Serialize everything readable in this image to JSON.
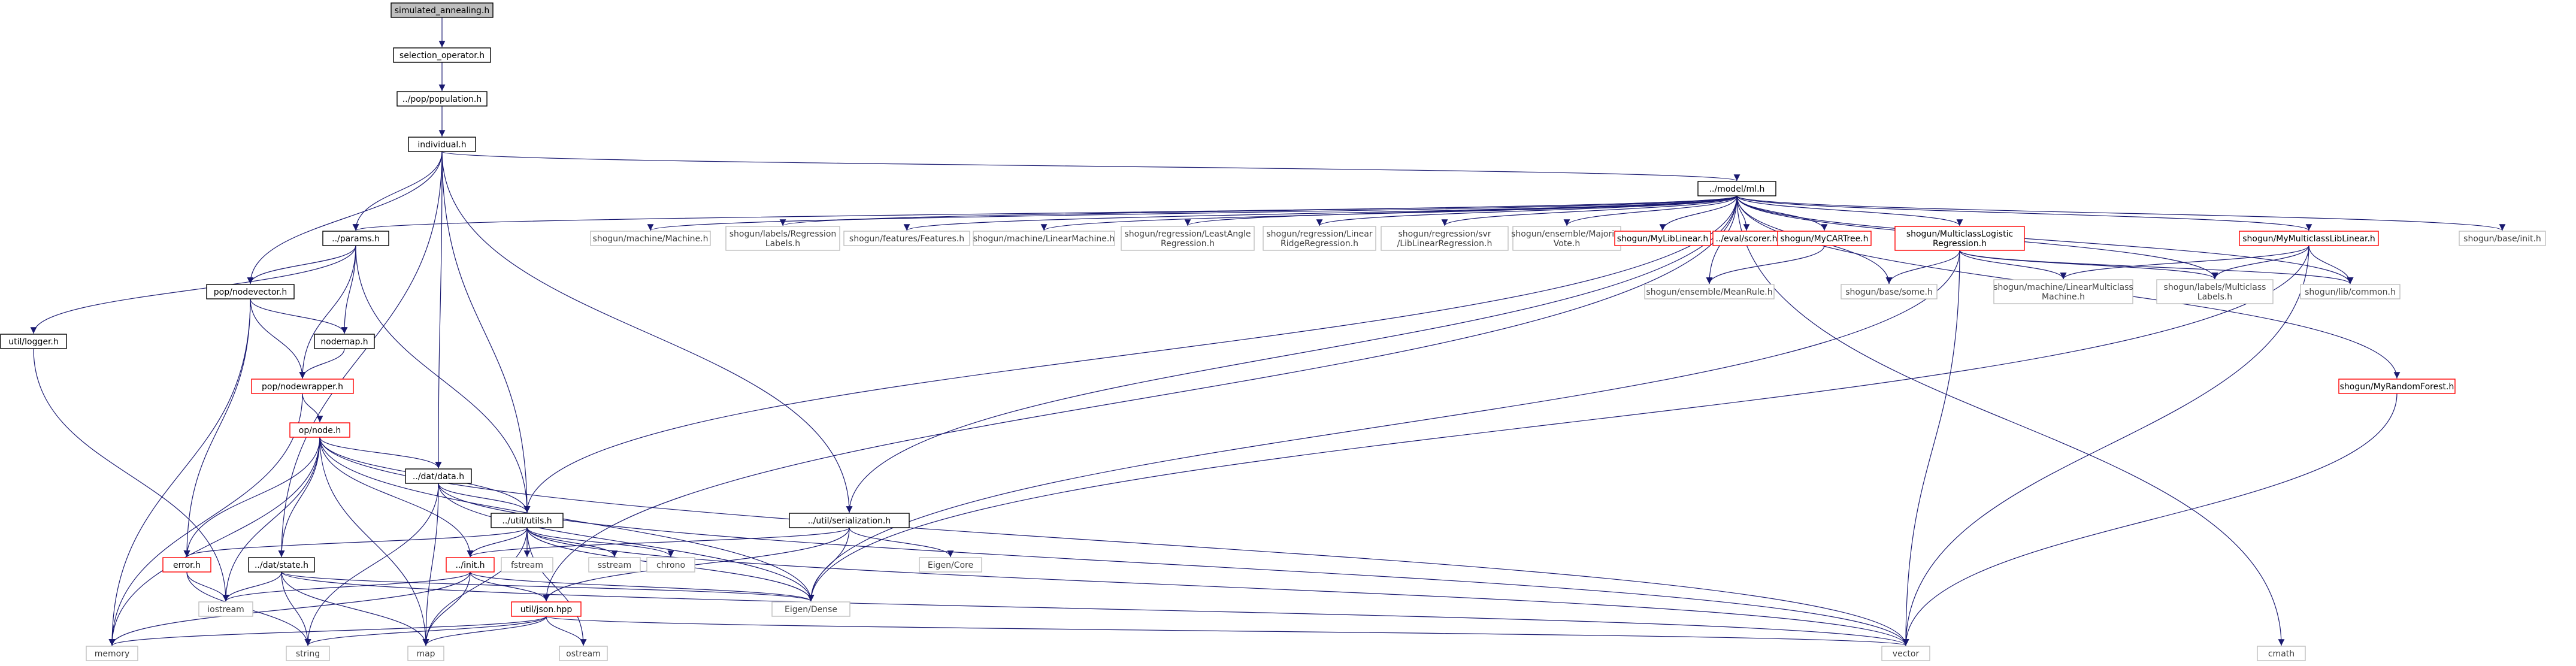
{
  "nodes": [
    {
      "id": "simulated_annealing",
      "lines": [
        "simulated_annealing.h"
      ],
      "kind": "root"
    },
    {
      "id": "selection_operator",
      "lines": [
        "selection_operator.h"
      ],
      "kind": "normal"
    },
    {
      "id": "pop_population",
      "lines": [
        "../pop/population.h"
      ],
      "kind": "normal"
    },
    {
      "id": "individual",
      "lines": [
        "individual.h"
      ],
      "kind": "normal"
    },
    {
      "id": "model_ml",
      "lines": [
        "../model/ml.h"
      ],
      "kind": "normal"
    },
    {
      "id": "params",
      "lines": [
        "../params.h"
      ],
      "kind": "normal"
    },
    {
      "id": "nodevector",
      "lines": [
        "pop/nodevector.h"
      ],
      "kind": "normal"
    },
    {
      "id": "nodemap",
      "lines": [
        "nodemap.h"
      ],
      "kind": "normal"
    },
    {
      "id": "nodewrapper",
      "lines": [
        "pop/nodewrapper.h"
      ],
      "kind": "red"
    },
    {
      "id": "op_node",
      "lines": [
        "op/node.h"
      ],
      "kind": "red"
    },
    {
      "id": "logger",
      "lines": [
        "util/logger.h"
      ],
      "kind": "normal"
    },
    {
      "id": "dat_data",
      "lines": [
        "../dat/data.h"
      ],
      "kind": "normal"
    },
    {
      "id": "util_utils",
      "lines": [
        "../util/utils.h"
      ],
      "kind": "normal"
    },
    {
      "id": "serialization",
      "lines": [
        "../util/serialization.h"
      ],
      "kind": "normal"
    },
    {
      "id": "error",
      "lines": [
        "error.h"
      ],
      "kind": "red"
    },
    {
      "id": "dat_state",
      "lines": [
        "../dat/state.h"
      ],
      "kind": "normal"
    },
    {
      "id": "init",
      "lines": [
        "../init.h"
      ],
      "kind": "red"
    },
    {
      "id": "json",
      "lines": [
        "util/json.hpp"
      ],
      "kind": "red"
    },
    {
      "id": "iostream",
      "lines": [
        "iostream"
      ],
      "kind": "gray"
    },
    {
      "id": "memory",
      "lines": [
        "memory"
      ],
      "kind": "gray"
    },
    {
      "id": "string",
      "lines": [
        "string"
      ],
      "kind": "gray"
    },
    {
      "id": "map",
      "lines": [
        "map"
      ],
      "kind": "gray"
    },
    {
      "id": "ostream",
      "lines": [
        "ostream"
      ],
      "kind": "gray"
    },
    {
      "id": "fstream",
      "lines": [
        "fstream"
      ],
      "kind": "gray"
    },
    {
      "id": "sstream",
      "lines": [
        "sstream"
      ],
      "kind": "gray"
    },
    {
      "id": "chrono",
      "lines": [
        "chrono"
      ],
      "kind": "gray"
    },
    {
      "id": "eigen_core",
      "lines": [
        "Eigen/Core"
      ],
      "kind": "gray"
    },
    {
      "id": "eigen_dense",
      "lines": [
        "Eigen/Dense"
      ],
      "kind": "gray"
    },
    {
      "id": "vector",
      "lines": [
        "vector"
      ],
      "kind": "gray"
    },
    {
      "id": "cmath",
      "lines": [
        "cmath"
      ],
      "kind": "gray"
    },
    {
      "id": "sg_machine",
      "lines": [
        "shogun/machine/Machine.h"
      ],
      "kind": "gray"
    },
    {
      "id": "sg_regression_labels",
      "lines": [
        "shogun/labels/Regression",
        "Labels.h"
      ],
      "kind": "gray"
    },
    {
      "id": "sg_features",
      "lines": [
        "shogun/features/Features.h"
      ],
      "kind": "gray"
    },
    {
      "id": "sg_linear_machine",
      "lines": [
        "shogun/machine/LinearMachine.h"
      ],
      "kind": "gray"
    },
    {
      "id": "sg_lar",
      "lines": [
        "shogun/regression/LeastAngle",
        "Regression.h"
      ],
      "kind": "gray"
    },
    {
      "id": "sg_lrr",
      "lines": [
        "shogun/regression/Linear",
        "RidgeRegression.h"
      ],
      "kind": "gray"
    },
    {
      "id": "sg_svr",
      "lines": [
        "shogun/regression/svr",
        "/LibLinearRegression.h"
      ],
      "kind": "gray"
    },
    {
      "id": "sg_majority",
      "lines": [
        "shogun/ensemble/Majority",
        "Vote.h"
      ],
      "kind": "gray"
    },
    {
      "id": "sg_mylib",
      "lines": [
        "shogun/MyLibLinear.h"
      ],
      "kind": "red"
    },
    {
      "id": "eval_scorer",
      "lines": [
        "../eval/scorer.h"
      ],
      "kind": "red"
    },
    {
      "id": "sg_mycart",
      "lines": [
        "shogun/MyCARTree.h"
      ],
      "kind": "red"
    },
    {
      "id": "sg_mclogreg",
      "lines": [
        "shogun/MulticlassLogistic",
        "Regression.h"
      ],
      "kind": "red"
    },
    {
      "id": "sg_mymclib",
      "lines": [
        "shogun/MyMulticlassLibLinear.h"
      ],
      "kind": "red"
    },
    {
      "id": "sg_base_init",
      "lines": [
        "shogun/base/init.h"
      ],
      "kind": "gray"
    },
    {
      "id": "sg_meanrule",
      "lines": [
        "shogun/ensemble/MeanRule.h"
      ],
      "kind": "gray"
    },
    {
      "id": "sg_some",
      "lines": [
        "shogun/base/some.h"
      ],
      "kind": "gray"
    },
    {
      "id": "sg_lmm",
      "lines": [
        "shogun/machine/LinearMulticlass",
        "Machine.h"
      ],
      "kind": "gray"
    },
    {
      "id": "sg_mclabels",
      "lines": [
        "shogun/labels/Multiclass",
        "Labels.h"
      ],
      "kind": "gray"
    },
    {
      "id": "sg_common",
      "lines": [
        "shogun/lib/common.h"
      ],
      "kind": "gray"
    },
    {
      "id": "sg_myrf",
      "lines": [
        "shogun/MyRandomForest.h"
      ],
      "kind": "red"
    }
  ],
  "edges": [
    [
      "simulated_annealing",
      "selection_operator"
    ],
    [
      "selection_operator",
      "pop_population"
    ],
    [
      "pop_population",
      "individual"
    ],
    [
      "individual",
      "model_ml"
    ],
    [
      "individual",
      "params"
    ],
    [
      "individual",
      "nodevector"
    ],
    [
      "individual",
      "dat_data"
    ],
    [
      "individual",
      "util_utils"
    ],
    [
      "individual",
      "serialization"
    ],
    [
      "individual",
      "dat_state"
    ],
    [
      "model_ml",
      "params"
    ],
    [
      "model_ml",
      "util_utils"
    ],
    [
      "model_ml",
      "json"
    ],
    [
      "model_ml",
      "serialization"
    ],
    [
      "model_ml",
      "sg_machine"
    ],
    [
      "model_ml",
      "sg_regression_labels"
    ],
    [
      "model_ml",
      "sg_features"
    ],
    [
      "model_ml",
      "sg_linear_machine"
    ],
    [
      "model_ml",
      "sg_lar"
    ],
    [
      "model_ml",
      "sg_lrr"
    ],
    [
      "model_ml",
      "sg_svr"
    ],
    [
      "model_ml",
      "sg_majority"
    ],
    [
      "model_ml",
      "sg_mylib"
    ],
    [
      "model_ml",
      "eval_scorer"
    ],
    [
      "model_ml",
      "sg_mycart"
    ],
    [
      "model_ml",
      "sg_mclogreg"
    ],
    [
      "model_ml",
      "sg_mymclib"
    ],
    [
      "model_ml",
      "sg_base_init"
    ],
    [
      "model_ml",
      "sg_meanrule"
    ],
    [
      "model_ml",
      "sg_some"
    ],
    [
      "model_ml",
      "sg_mclabels"
    ],
    [
      "model_ml",
      "sg_common"
    ],
    [
      "model_ml",
      "sg_myrf"
    ],
    [
      "model_ml",
      "cmath"
    ],
    [
      "params",
      "logger"
    ],
    [
      "params",
      "nodevector"
    ],
    [
      "params",
      "nodemap"
    ],
    [
      "params",
      "nodewrapper"
    ],
    [
      "params",
      "util_utils"
    ],
    [
      "nodevector",
      "nodemap"
    ],
    [
      "nodevector",
      "nodewrapper"
    ],
    [
      "nodevector",
      "error"
    ],
    [
      "nodevector",
      "memory"
    ],
    [
      "nodemap",
      "nodewrapper"
    ],
    [
      "nodewrapper",
      "op_node"
    ],
    [
      "nodewrapper",
      "memory"
    ],
    [
      "logger",
      "iostream"
    ],
    [
      "op_node",
      "dat_data"
    ],
    [
      "op_node",
      "util_utils"
    ],
    [
      "op_node",
      "error"
    ],
    [
      "op_node",
      "dat_state"
    ],
    [
      "op_node",
      "init"
    ],
    [
      "op_node",
      "iostream"
    ],
    [
      "op_node",
      "memory"
    ],
    [
      "op_node",
      "map"
    ],
    [
      "op_node",
      "eigen_dense"
    ],
    [
      "op_node",
      "vector"
    ],
    [
      "dat_data",
      "util_utils"
    ],
    [
      "dat_data",
      "string"
    ],
    [
      "dat_data",
      "map"
    ],
    [
      "dat_data",
      "eigen_dense"
    ],
    [
      "dat_data",
      "vector"
    ],
    [
      "util_utils",
      "error"
    ],
    [
      "util_utils",
      "init"
    ],
    [
      "util_utils",
      "fstream"
    ],
    [
      "util_utils",
      "sstream"
    ],
    [
      "util_utils",
      "chrono"
    ],
    [
      "util_utils",
      "ostream"
    ],
    [
      "util_utils",
      "map"
    ],
    [
      "util_utils",
      "eigen_dense"
    ],
    [
      "util_utils",
      "vector"
    ],
    [
      "serialization",
      "init"
    ],
    [
      "serialization",
      "json"
    ],
    [
      "serialization",
      "eigen_core"
    ],
    [
      "serialization",
      "eigen_dense"
    ],
    [
      "dat_state",
      "iostream"
    ],
    [
      "dat_state",
      "string"
    ],
    [
      "dat_state",
      "map"
    ],
    [
      "dat_state",
      "eigen_dense"
    ],
    [
      "dat_state",
      "vector"
    ],
    [
      "error",
      "iostream"
    ],
    [
      "error",
      "string"
    ],
    [
      "init",
      "json"
    ],
    [
      "init",
      "iostream"
    ],
    [
      "init",
      "map"
    ],
    [
      "init",
      "eigen_dense"
    ],
    [
      "init",
      "memory"
    ],
    [
      "json",
      "memory"
    ],
    [
      "json",
      "string"
    ],
    [
      "json",
      "map"
    ],
    [
      "json",
      "ostream"
    ],
    [
      "json",
      "vector"
    ],
    [
      "sg_mycart",
      "sg_meanrule"
    ],
    [
      "sg_mclogreg",
      "sg_some"
    ],
    [
      "sg_mclogreg",
      "sg_lmm"
    ],
    [
      "sg_mclogreg",
      "sg_mclabels"
    ],
    [
      "sg_mclogreg",
      "sg_common"
    ],
    [
      "sg_mclogreg",
      "vector"
    ],
    [
      "sg_mclogreg",
      "eigen_dense"
    ],
    [
      "sg_mymclib",
      "sg_lmm"
    ],
    [
      "sg_mymclib",
      "sg_mclabels"
    ],
    [
      "sg_mymclib",
      "sg_common"
    ],
    [
      "sg_mymclib",
      "vector"
    ],
    [
      "sg_mymclib",
      "eigen_dense"
    ],
    [
      "sg_myrf",
      "vector"
    ]
  ],
  "colors": {
    "edge": "#191970",
    "normal_border": "#000000",
    "red_border": "#ff0000",
    "gray_border": "#bfbfbf",
    "root_fill": "#bfbfbf",
    "gray_text": "#3f3f3f",
    "text": "#000000"
  }
}
